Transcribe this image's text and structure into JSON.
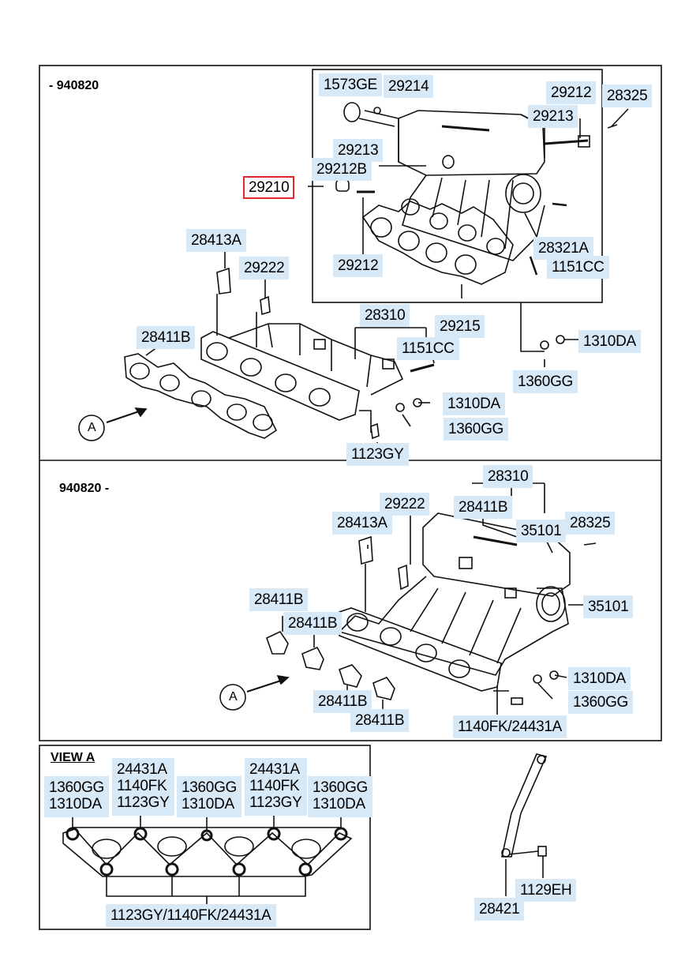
{
  "sections": {
    "top_code": "- 940820",
    "mid_code": "940820 -",
    "view_a_title": "VIEW A"
  },
  "callouts": {
    "a_top": "A",
    "a_mid": "A"
  },
  "colors": {
    "label_bg": "#d7e9f6",
    "selected_border": "#e0282c",
    "line": "#111111"
  },
  "labels": {
    "top": {
      "p1573GE": "1573GE",
      "p29214": "29214",
      "p29212_a": "29212",
      "p28325_a": "28325",
      "p29213_a": "29213",
      "p29213_b": "29213",
      "p29212B": "29212B",
      "p29210": "29210",
      "p28413A_a": "28413A",
      "p29222_a": "29222",
      "p28321A": "28321A",
      "p29212_b": "29212",
      "p1151CC_a": "1151CC",
      "p28310_a": "28310",
      "p29215": "29215",
      "p28411B_a": "28411B",
      "p1151CC_b": "1151CC",
      "p1310DA_a": "1310DA",
      "p1360GG_a": "1360GG",
      "p1310DA_b": "1310DA",
      "p1360GG_b": "1360GG",
      "p1123GY_a": "1123GY"
    },
    "mid": {
      "p28310_b": "28310",
      "p29222_b": "29222",
      "p28411B_b": "28411B",
      "p28413A_b": "28413A",
      "p35101_a": "35101",
      "p28325_b": "28325",
      "p28411B_c": "28411B",
      "p35101_b": "35101",
      "p28411B_d": "28411B",
      "p1310DA_c": "1310DA",
      "p1360GG_c": "1360GG",
      "p28411B_e": "28411B",
      "p28411B_f": "28411B",
      "p1140FK_24431A": "1140FK/24431A"
    },
    "view_a": {
      "col1_top": "1360GG",
      "col1_bot": "1310DA",
      "col2_a": "24431A",
      "col2_b": "1140FK",
      "col2_c": "1123GY",
      "col3_top": "1360GG",
      "col3_bot": "1310DA",
      "col4_a": "24431A",
      "col4_b": "1140FK",
      "col4_c": "1123GY",
      "col5_top": "1360GG",
      "col5_bot": "1310DA",
      "bottom": "1123GY/1140FK/24431A"
    },
    "bracket": {
      "p1129EH": "1129EH",
      "p28421": "28421"
    }
  }
}
